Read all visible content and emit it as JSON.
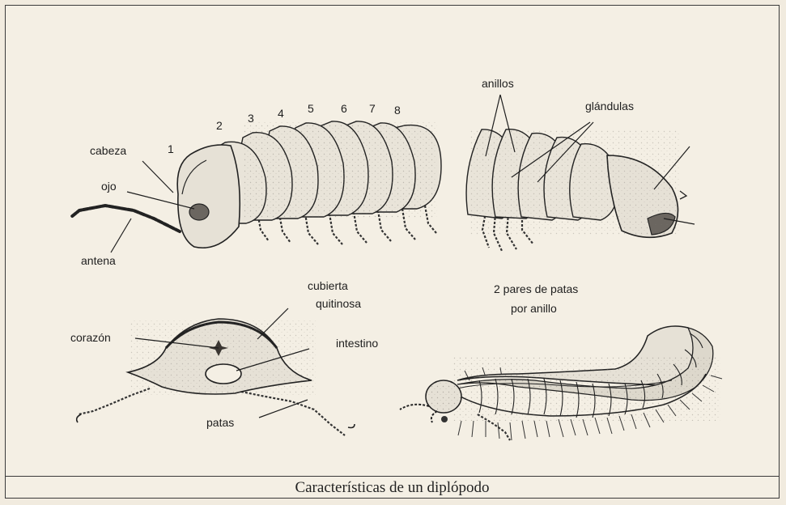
{
  "caption": "Características de un diplópodo",
  "labels": {
    "cabeza": "cabeza",
    "ojo": "ojo",
    "antena": "antena",
    "anillos": "anillos",
    "glandulas": "glándulas",
    "cubierta_line1": "cubierta",
    "cubierta_line2": "quitinosa",
    "corazon": "corazón",
    "intestino": "intestino",
    "patas": "patas",
    "pares_line1": "2 pares de patas",
    "pares_line2": "por anillo"
  },
  "segment_numbers": [
    "1",
    "2",
    "3",
    "4",
    "5",
    "6",
    "7",
    "8"
  ]
}
